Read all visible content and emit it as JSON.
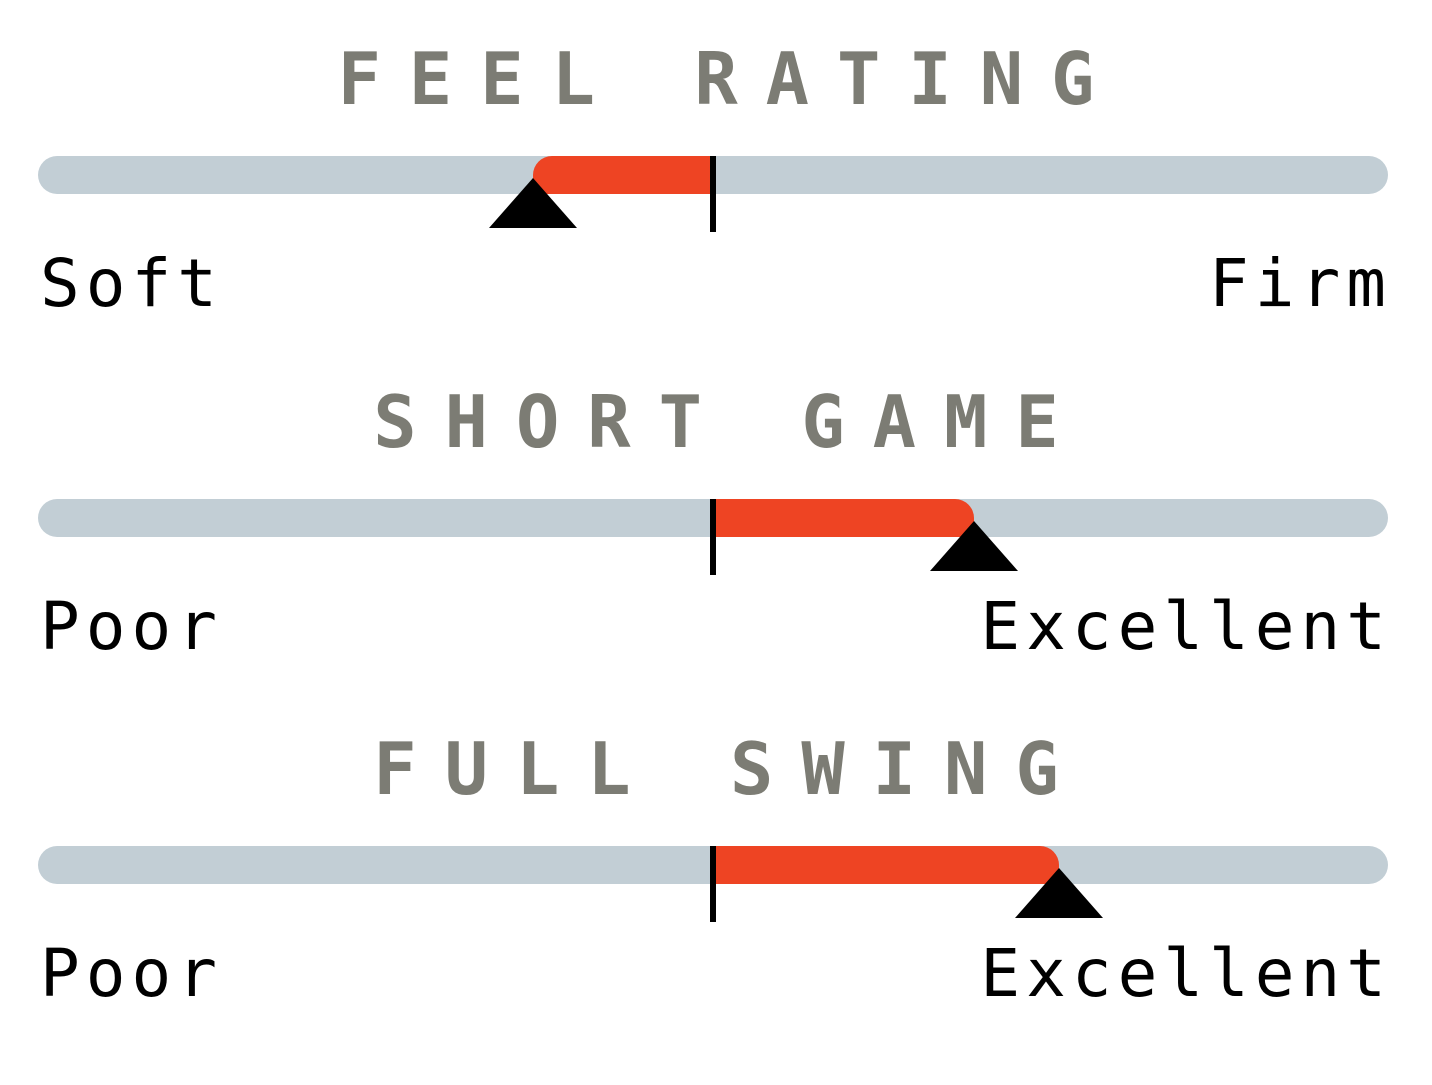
{
  "ratings": [
    {
      "title": "FEEL RATING",
      "left_label": "Soft",
      "right_label": "Firm",
      "value": 0.367,
      "center": 0.5
    },
    {
      "title": "SHORT GAME",
      "left_label": "Poor",
      "right_label": "Excellent",
      "value": 0.693,
      "center": 0.5
    },
    {
      "title": "FULL SWING",
      "left_label": "Poor",
      "right_label": "Excellent",
      "value": 0.756,
      "center": 0.5
    }
  ],
  "colors": {
    "title": "#7c7c74",
    "track": "#c2ced5",
    "fill": "#ee4423",
    "marker": "#000000",
    "label": "#000000"
  },
  "icons": {
    "pointer": "triangle-up-icon",
    "center": "center-tick-icon"
  }
}
